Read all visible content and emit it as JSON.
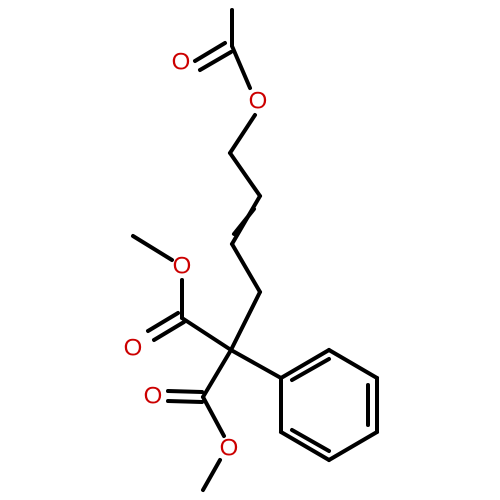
{
  "colors": {
    "background": "#ffffff",
    "carbon_bond": "#000000",
    "oxygen": "#cc0000"
  },
  "atoms": {
    "o_acetyl_carbonyl": "O",
    "o_acetyl_ester": "O",
    "o_ester_upper_methoxy": "O",
    "o_ester_upper_carbonyl": "O",
    "o_ester_lower_carbonyl": "O",
    "o_ester_lower_methoxy": "O"
  }
}
